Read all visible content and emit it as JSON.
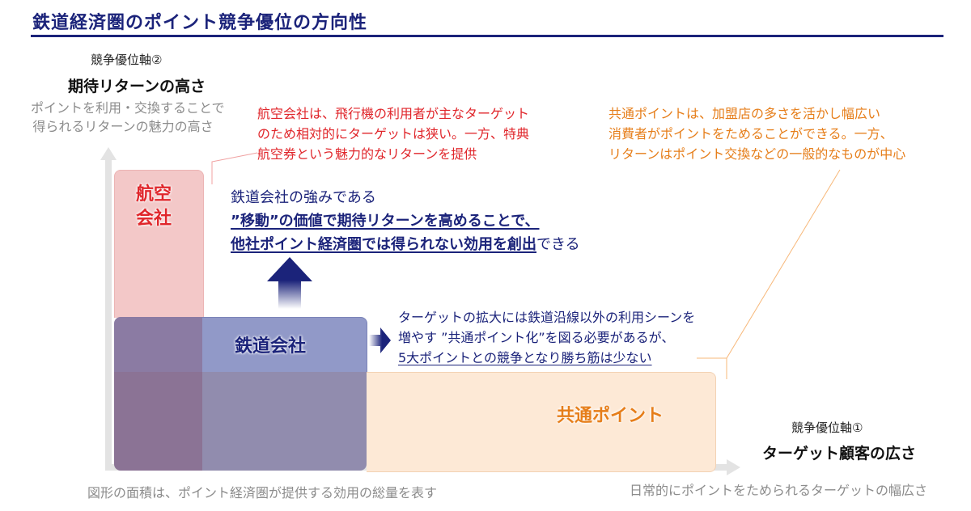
{
  "title": "鉄道経済圏のポイント競争優位の方向性",
  "y_axis": {
    "name": "競争優位軸②",
    "label": "期待リターンの高さ",
    "description": [
      "ポイントを利用・交換することで",
      "得られるリターンの魅力の高さ"
    ]
  },
  "x_axis": {
    "name": "競争優位軸①",
    "label": "ターゲット顧客の広さ",
    "description": "日常的にポイントをためられるターゲットの幅広さ"
  },
  "footnote": "図形の面積は、ポイント経済圏が提供する効用の総量を表す",
  "boxes": {
    "airline": [
      "航空",
      "会社"
    ],
    "railway": "鉄道会社",
    "common_point": "共通ポイント"
  },
  "callouts": {
    "airline": [
      "航空会社は、飛行機の利用者が主なターゲット",
      "のため相対的にターゲットは狭い。一方、特典",
      "航空券という魅力的なリターンを提供"
    ],
    "common": [
      "共通ポイントは、加盟店の多さを活かし幅広い",
      "消費者がポイントをためることができる。一方、",
      "リターンはポイント交換などの一般的なものが中心"
    ],
    "railway_strength": {
      "line1": "鉄道会社の強みである",
      "line2": "”移動”の価値で期待リターンを高めることで、",
      "line3_underlined": "他社ポイント経済圏では得られない効用を創出",
      "line3_tail": "できる"
    },
    "railway_expand": {
      "line1": "ターゲットの拡大には鉄道沿線以外の利用シーンを",
      "line2": "増やす ”共通ポイント化”を図る必要があるが、",
      "line3": "5大ポイントとの競争となり勝ち筋は少ない"
    }
  },
  "colors": {
    "navy": "#1b237a",
    "red": "#e0262b",
    "orange": "#e67e1a",
    "airline_fill": "#f3c8c8",
    "railway_fill": "#9199c8",
    "common_fill": "#fde9d6"
  }
}
